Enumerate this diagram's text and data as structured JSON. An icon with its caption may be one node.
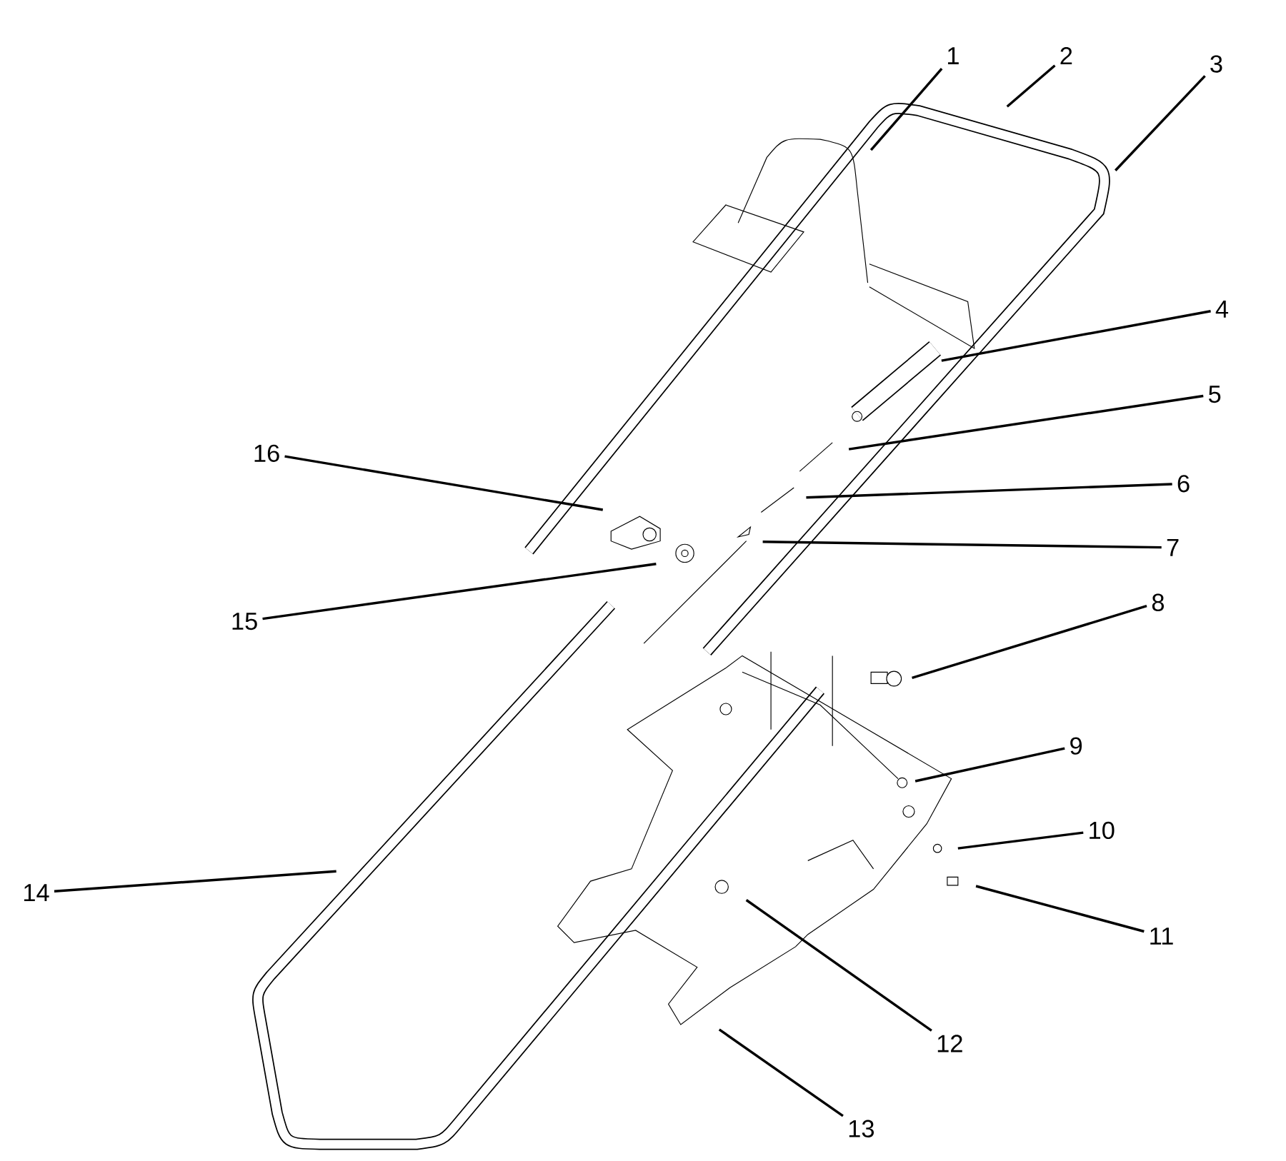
{
  "diagram": {
    "nodes": [
      {
        "text": [
          "1"
        ]
      },
      {
        "text": [
          "2"
        ]
      },
      {
        "text": [
          "3"
        ]
      },
      {
        "text": [
          "4"
        ]
      },
      {
        "text": [
          "5"
        ]
      },
      {
        "text": [
          "6"
        ]
      },
      {
        "text": [
          "7"
        ]
      },
      {
        "text": [
          "8"
        ]
      },
      {
        "text": [
          "9"
        ]
      },
      {
        "text": [
          "10"
        ]
      },
      {
        "text": [
          "11"
        ]
      },
      {
        "text": [
          "12"
        ]
      },
      {
        "text": [
          "13"
        ]
      },
      {
        "text": [
          "14"
        ]
      },
      {
        "text": [
          "15"
        ]
      },
      {
        "text": [
          "16"
        ]
      }
    ],
    "edges": [
      {
        "from": 0,
        "to": null,
        "arrow": "none"
      },
      {
        "from": 1,
        "to": null,
        "arrow": "none"
      },
      {
        "from": 2,
        "to": null,
        "arrow": "none"
      },
      {
        "from": 3,
        "to": null,
        "arrow": "none"
      },
      {
        "from": 4,
        "to": null,
        "arrow": "none"
      },
      {
        "from": 5,
        "to": null,
        "arrow": "none"
      },
      {
        "from": 6,
        "to": null,
        "arrow": "none"
      },
      {
        "from": 7,
        "to": null,
        "arrow": "none"
      },
      {
        "from": 8,
        "to": null,
        "arrow": "none"
      },
      {
        "from": 9,
        "to": null,
        "arrow": "none"
      },
      {
        "from": 10,
        "to": null,
        "arrow": "none"
      },
      {
        "from": 11,
        "to": null,
        "arrow": "none"
      },
      {
        "from": 12,
        "to": null,
        "arrow": "none"
      },
      {
        "from": 13,
        "to": null,
        "arrow": "none"
      },
      {
        "from": 14,
        "to": null,
        "arrow": "none"
      },
      {
        "from": 15,
        "to": null,
        "arrow": "none"
      }
    ]
  }
}
